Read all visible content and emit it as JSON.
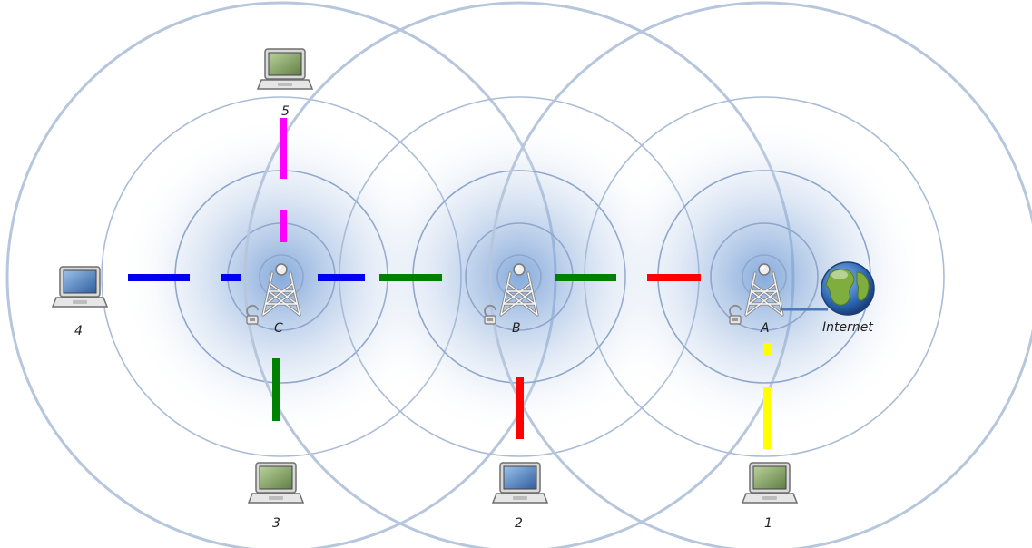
{
  "nodes": {
    "tower_a": "A",
    "tower_b": "B",
    "tower_c": "C",
    "internet": "Internet",
    "laptop_1": "1",
    "laptop_2": "2",
    "laptop_3": "3",
    "laptop_4": "4",
    "laptop_5": "5"
  },
  "colors": {
    "ring": "#b6c6dc",
    "glow": "#5d8fd0",
    "blue_link": "#0000ee",
    "green_link": "#008000",
    "red_link": "#ff0000",
    "magenta_link": "#ff00ff",
    "yellow_link": "#ffff00"
  },
  "icons": {
    "tower": "radio-tower-icon",
    "router": "wireless-router-icon",
    "globe": "globe-icon",
    "laptop": "laptop-icon"
  }
}
